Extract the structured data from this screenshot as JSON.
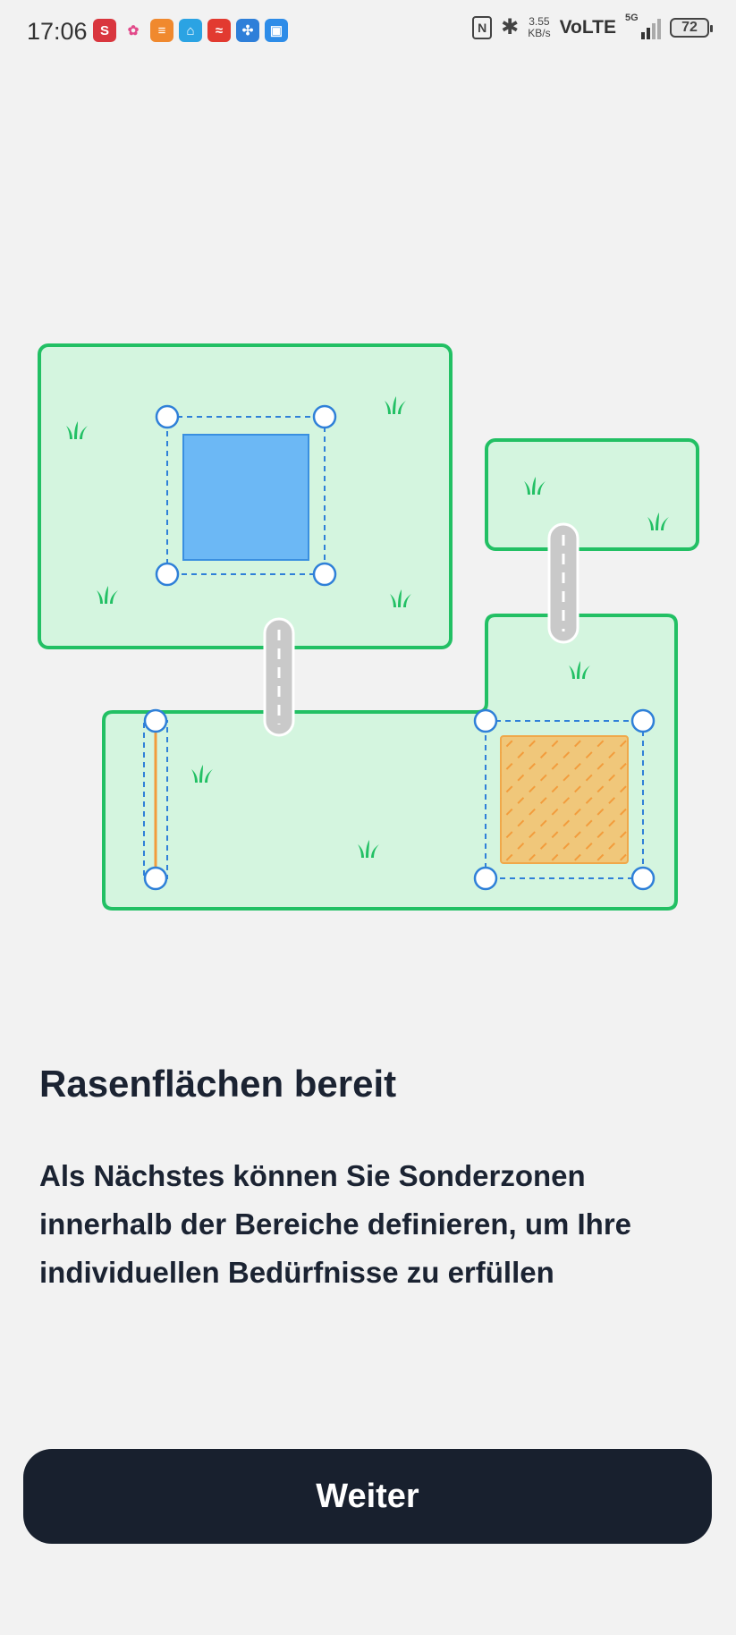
{
  "status_bar": {
    "time": "17:06",
    "app_icons": [
      {
        "name": "s-app-icon",
        "glyph": "S",
        "color": "#d9363e"
      },
      {
        "name": "pinwheel-app-icon",
        "glyph": "✿",
        "color": "#f2f2f2"
      },
      {
        "name": "orange-app-icon",
        "glyph": "≡",
        "color": "#f0892e"
      },
      {
        "name": "home-app-icon",
        "glyph": "⌂",
        "color": "#2ba3e3"
      },
      {
        "name": "red-app-icon",
        "glyph": "≈",
        "color": "#e23a30"
      },
      {
        "name": "fan-app-icon",
        "glyph": "✣",
        "color": "#2e7fd9"
      },
      {
        "name": "calendar-app-icon",
        "glyph": "▣",
        "color": "#2d8ce8"
      }
    ],
    "nfc": "N",
    "net_speed_value": "3.55",
    "net_speed_unit": "KB/s",
    "volte": "VoLTE",
    "network": "5G",
    "battery": "72"
  },
  "colors": {
    "zone_fill": "#d4f5df",
    "zone_border": "#22c064",
    "no_go_blue": "#6cb8f5",
    "special_orange": "#f0c77a",
    "button_bg": "#18202e"
  },
  "content": {
    "title": "Rasenflächen bereit",
    "description": "Als Nächstes können Sie Sonderzonen innerhalb der Bereiche definieren, um Ihre individuellen Bedürfnisse zu erfüllen",
    "button_label": "Weiter"
  }
}
